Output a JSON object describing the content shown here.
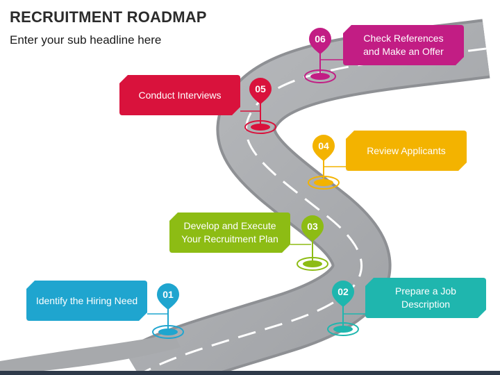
{
  "slide": {
    "title": "RECRUITMENT ROADMAP",
    "subtitle": "Enter your sub headline here"
  },
  "colors": {
    "road": "#a7a9ac",
    "road_edge": "#8e9094",
    "lane_marking": "#ffffff",
    "title": "#2b2b2b",
    "bottom_bar": "#2f3a4a"
  },
  "steps": [
    {
      "number": "01",
      "label": "Identify the Hiring Need",
      "color": "#1fa5cf"
    },
    {
      "number": "02",
      "label": "Prepare a Job Description",
      "color": "#1fb6ae"
    },
    {
      "number": "03",
      "label": "Develop and Execute Your Recruitment Plan",
      "color": "#8dbc14"
    },
    {
      "number": "04",
      "label": "Review Applicants",
      "color": "#f3b300"
    },
    {
      "number": "05",
      "label": "Conduct Interviews",
      "color": "#d9123c"
    },
    {
      "number": "06",
      "label": "Check References and Make an Offer",
      "color": "#c21d84"
    }
  ]
}
